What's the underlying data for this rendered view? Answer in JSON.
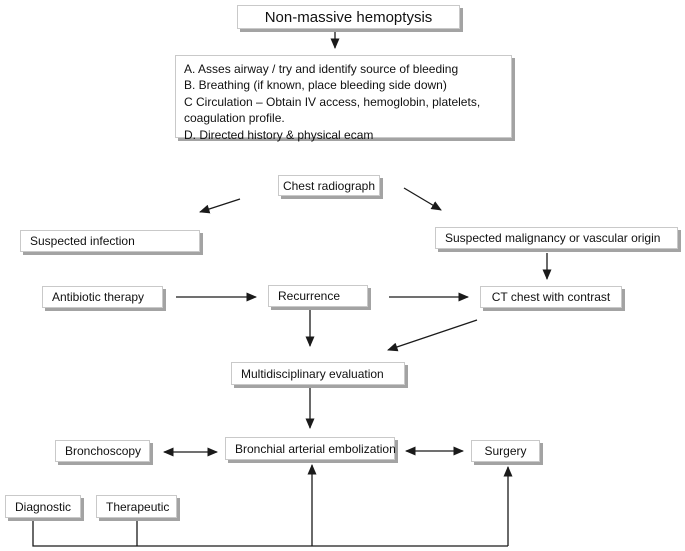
{
  "diagram": {
    "title": "Non-massive hemoptysis",
    "assessment": {
      "line1": "A. Asses airway / try and identify source of bleeding",
      "line2": "B. Breathing (if known, place bleeding side down)",
      "line3": "C Circulation – Obtain IV access, hemoglobin, platelets,",
      "line4": "coagulation profile.",
      "line5": "D. Directed history & physical ecam"
    },
    "nodes": {
      "chest_radiograph": "Chest radiograph",
      "suspected_infection": "Suspected infection",
      "suspected_malignancy": "Suspected malignancy or vascular origin",
      "antibiotic_therapy": "Antibiotic therapy",
      "recurrence": "Recurrence",
      "ct_chest": "CT chest with contrast",
      "multidisciplinary": "Multidisciplinary evaluation",
      "bronchoscopy": "Bronchoscopy",
      "bronchial_arterial_embolization": "Bronchial arterial embolization",
      "surgery": "Surgery",
      "diagnostic": "Diagnostic",
      "therapeutic": "Therapeutic"
    },
    "colors": {
      "line": "#1a1a1a",
      "box_border": "#c9c9c9",
      "box_shadow": "#a3a3a3",
      "background": "#ffffff",
      "text": "#111111"
    }
  }
}
